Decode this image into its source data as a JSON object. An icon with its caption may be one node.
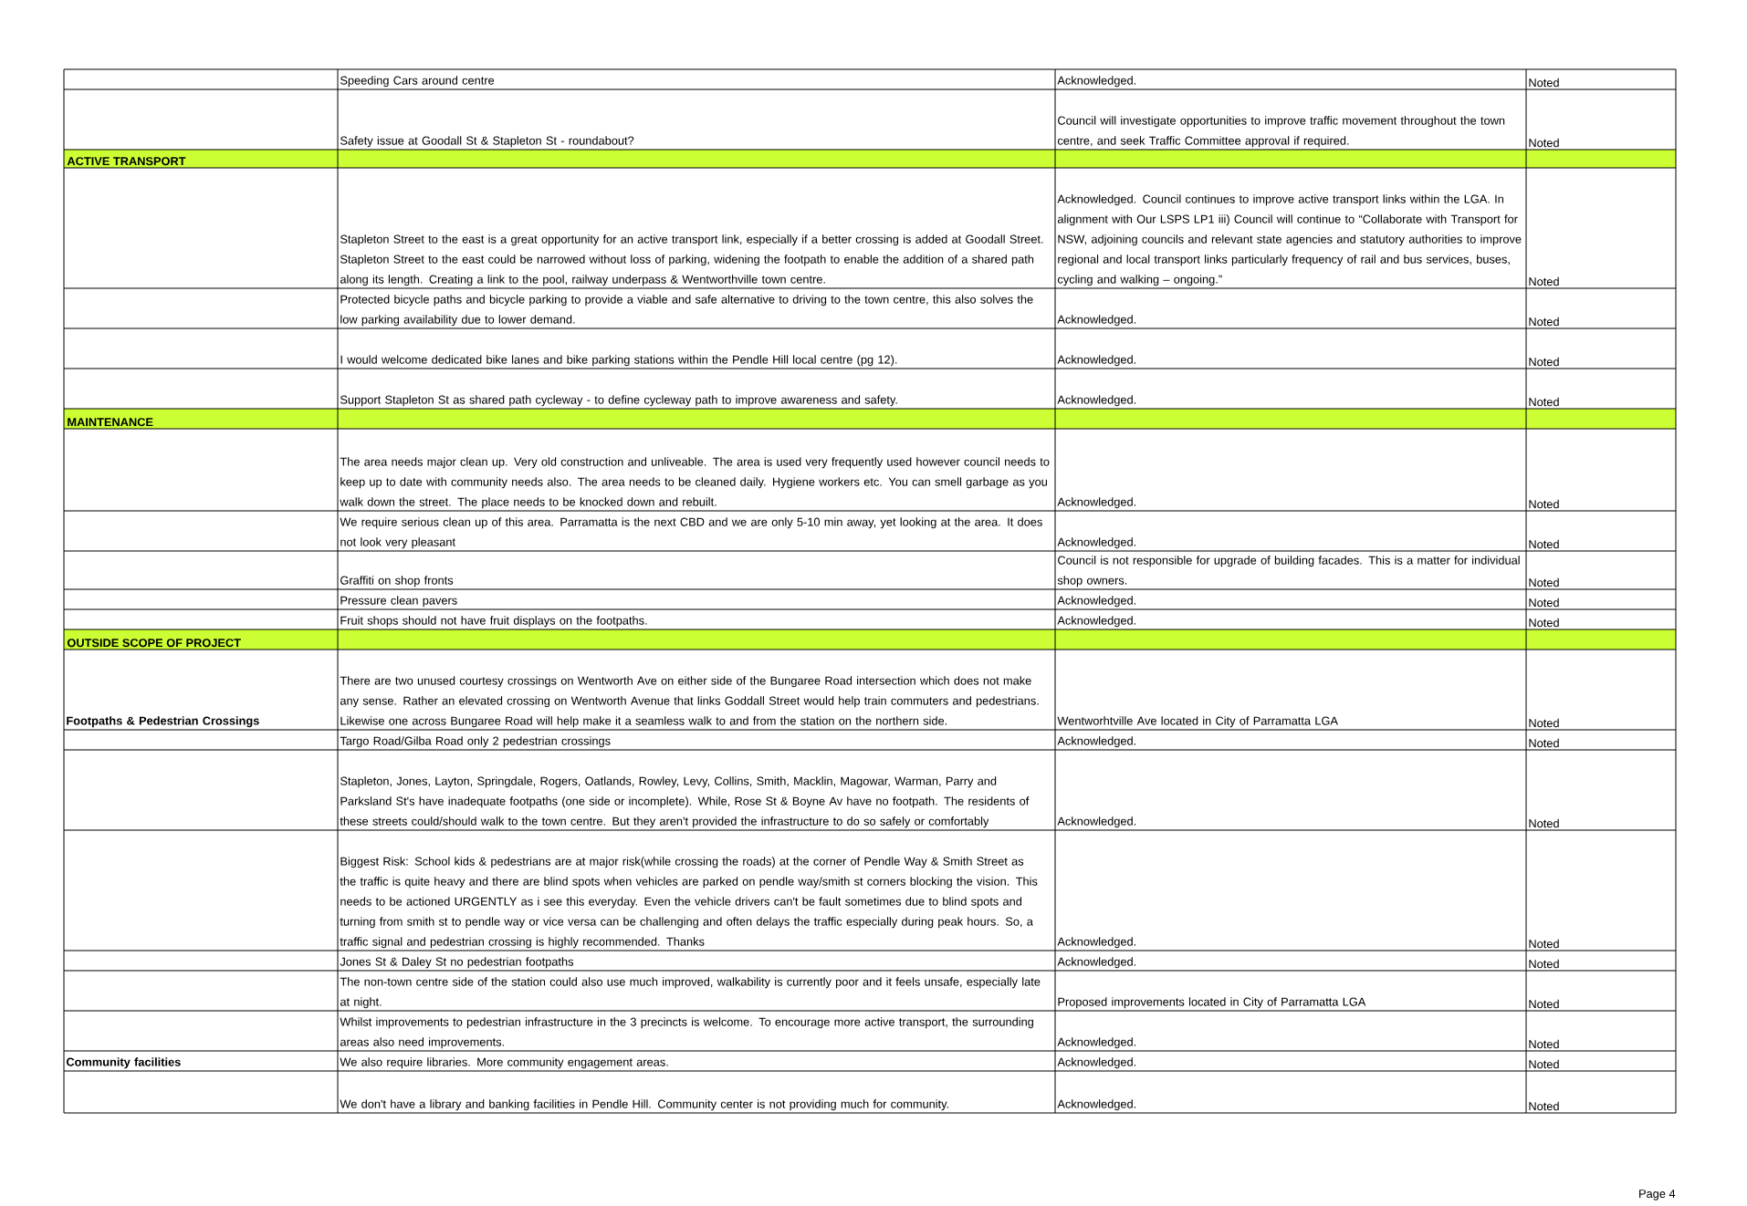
{
  "diagram": {
    "labels": [
      "Speeding Cars around centre",
      "Acknowledged.",
      "Noted",
      "Safety issue at Goodall St & Stapleton St - roundabout?",
      "Council will investigate opportunities to improve traffic movement throughout the town centre, and seek Traffic Committee approval if required.",
      "Noted",
      "ACTIVE TRANSPORT",
      "Stapleton Street to the east is a great opportunity for an active transport link, especially if a better crossing is added at Goodall Street. Stapleton Street to the east could be narrowed without loss of parking, widening the footpath to enable the addition of a shared path along its length. Creating a link to the pool, railway underpass & Wentworthville town centre.",
      "Acknowledged. Council continues to improve active transport links within the LGA. In alignment with Our LSPS LP1 iii) Council will continue to “Collaborate with Transport for NSW, adjoining councils and relevant state agencies and statutory authorities to improve regional and local transport links particularly frequency of rail and bus services, buses, cycling and walking – ongoing.”",
      "Noted",
      "Protected bicycle paths and bicycle parking to provide a viable and safe alternative to driving to the town centre, this also solves the low parking availability due to lower demand.",
      "Acknowledged.",
      "Noted",
      "I would welcome dedicated bike lanes and bike parking stations within the Pendle Hill local centre (pg 12).",
      "Acknowledged.",
      "Noted",
      "Support Stapleton St as shared path cycleway - to define cycleway path to improve awareness and safety.",
      "Acknowledged.",
      "Noted",
      "MAINTENANCE",
      "The area needs major clean up. Very old construction and unliveable. The area is used very frequently used however council needs to keep up to date with community needs also. The area needs to be cleaned daily. Hygiene workers etc. You can smell garbage as you walk down the street. The place needs to be knocked down and rebuilt.",
      "Acknowledged.",
      "Noted",
      "We require serious clean up of this area. Parramatta is the next CBD and we are only 5-10 min away, yet looking at the area. It does not look very pleasant",
      "Acknowledged.",
      "Noted",
      "Graffiti on shop fronts",
      "Council is not responsible for upgrade of building facades. This is a matter for individual shop owners.",
      "Noted",
      "Pressure clean pavers",
      "Acknowledged.",
      "Noted",
      "Fruit shops should not have fruit displays on the footpaths.",
      "Acknowledged.",
      "Noted",
      "OUTSIDE SCOPE OF PROJECT",
      "Footpaths & Pedestrian Crossings",
      "There are two unused courtesy crossings on Wentworth Ave on either side of the Bungaree Road intersection which does not make any sense. Rather an elevated crossing on Wentworth Avenue that links Goddall Street would help train commuters and pedestrians. Likewise one across Bungaree Road will help make it a seamless walk to and from the station on the northern side.",
      "Wentworhtville Ave located in City of Parramatta LGA",
      "Noted",
      "Targo Road/Gilba Road only 2 pedestrian crossings",
      "Acknowledged.",
      "Noted",
      "Stapleton, Jones, Layton, Springdale, Rogers, Oatlands, Rowley, Levy, Collins, Smith, Macklin, Magowar, Warman, Parry and Parksland St's have inadequate footpaths (one side or incomplete). While, Rose St & Boyne Av have no footpath. The residents of these streets could/should walk to the town centre. But they aren't provided the infrastructure to do so safely or comfortably",
      "Acknowledged.",
      "Noted",
      "Biggest Risk: School kids & pedestrians are at major risk(while crossing the roads) at the corner of Pendle Way & Smith Street as the traffic is quite heavy and there are blind spots when vehicles are parked on pendle way/smith st corners blocking the vision. This needs to be actioned URGENTLY as i see this everyday. Even the vehicle drivers can't be fault sometimes due to blind spots and turning from smith st to pendle way or vice versa can be challenging and often delays the traffic especially during peak hours. So, a traffic signal and pedestrian crossing is highly recommended. Thanks",
      "Acknowledged.",
      "Noted",
      "Jones St & Daley St no pedestrian footpaths",
      "Acknowledged.",
      "Noted",
      "The non-town centre side of the station could also use much improved, walkability is currently poor and it feels unsafe, especially late at night.",
      "Proposed improvements located in City of Parramatta LGA",
      "Noted",
      "Whilst improvements to pedestrian infrastructure in the 3 precincts is welcome. To encourage more active transport, the surrounding areas also need improvements.",
      "Acknowledged.",
      "Noted",
      "Community facilities",
      "We also require libraries. More community engagement areas.",
      "Acknowledged.",
      "Noted",
      "We don't have a library and banking facilities in Pendle Hill. Community center is not providing much for community.",
      "Acknowledged.",
      "Noted",
      "Page 4"
    ]
  }
}
